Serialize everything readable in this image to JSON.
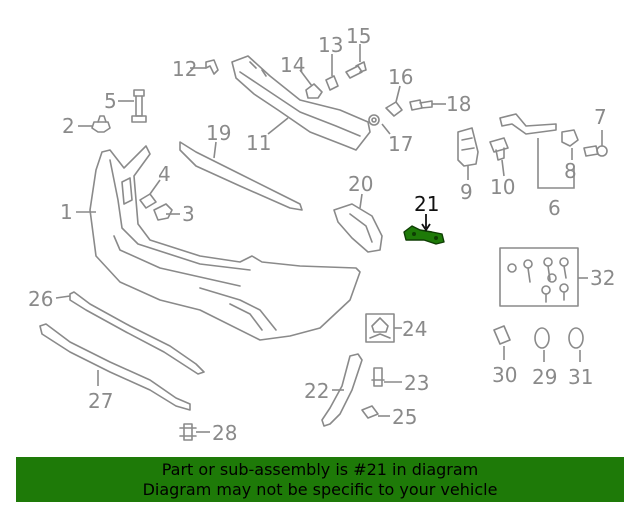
{
  "diagram": {
    "highlight_part": "21",
    "highlight_color": "#1e7a08",
    "labels": {
      "p1": "1",
      "p2": "2",
      "p3": "3",
      "p4": "4",
      "p5": "5",
      "p6": "6",
      "p7": "7",
      "p8": "8",
      "p9": "9",
      "p10": "10",
      "p11": "11",
      "p12": "12",
      "p13": "13",
      "p14": "14",
      "p15": "15",
      "p16": "16",
      "p17": "17",
      "p18": "18",
      "p19": "19",
      "p20": "20",
      "p21": "21",
      "p22": "22",
      "p23": "23",
      "p24": "24",
      "p25": "25",
      "p26": "26",
      "p27": "27",
      "p28": "28",
      "p29": "29",
      "p30": "30",
      "p31": "31",
      "p32": "32"
    }
  },
  "banner": {
    "line1": "Part or sub-assembly is #21 in diagram",
    "line2": "Diagram may not be specific to your vehicle",
    "background": "#1e7a08"
  }
}
